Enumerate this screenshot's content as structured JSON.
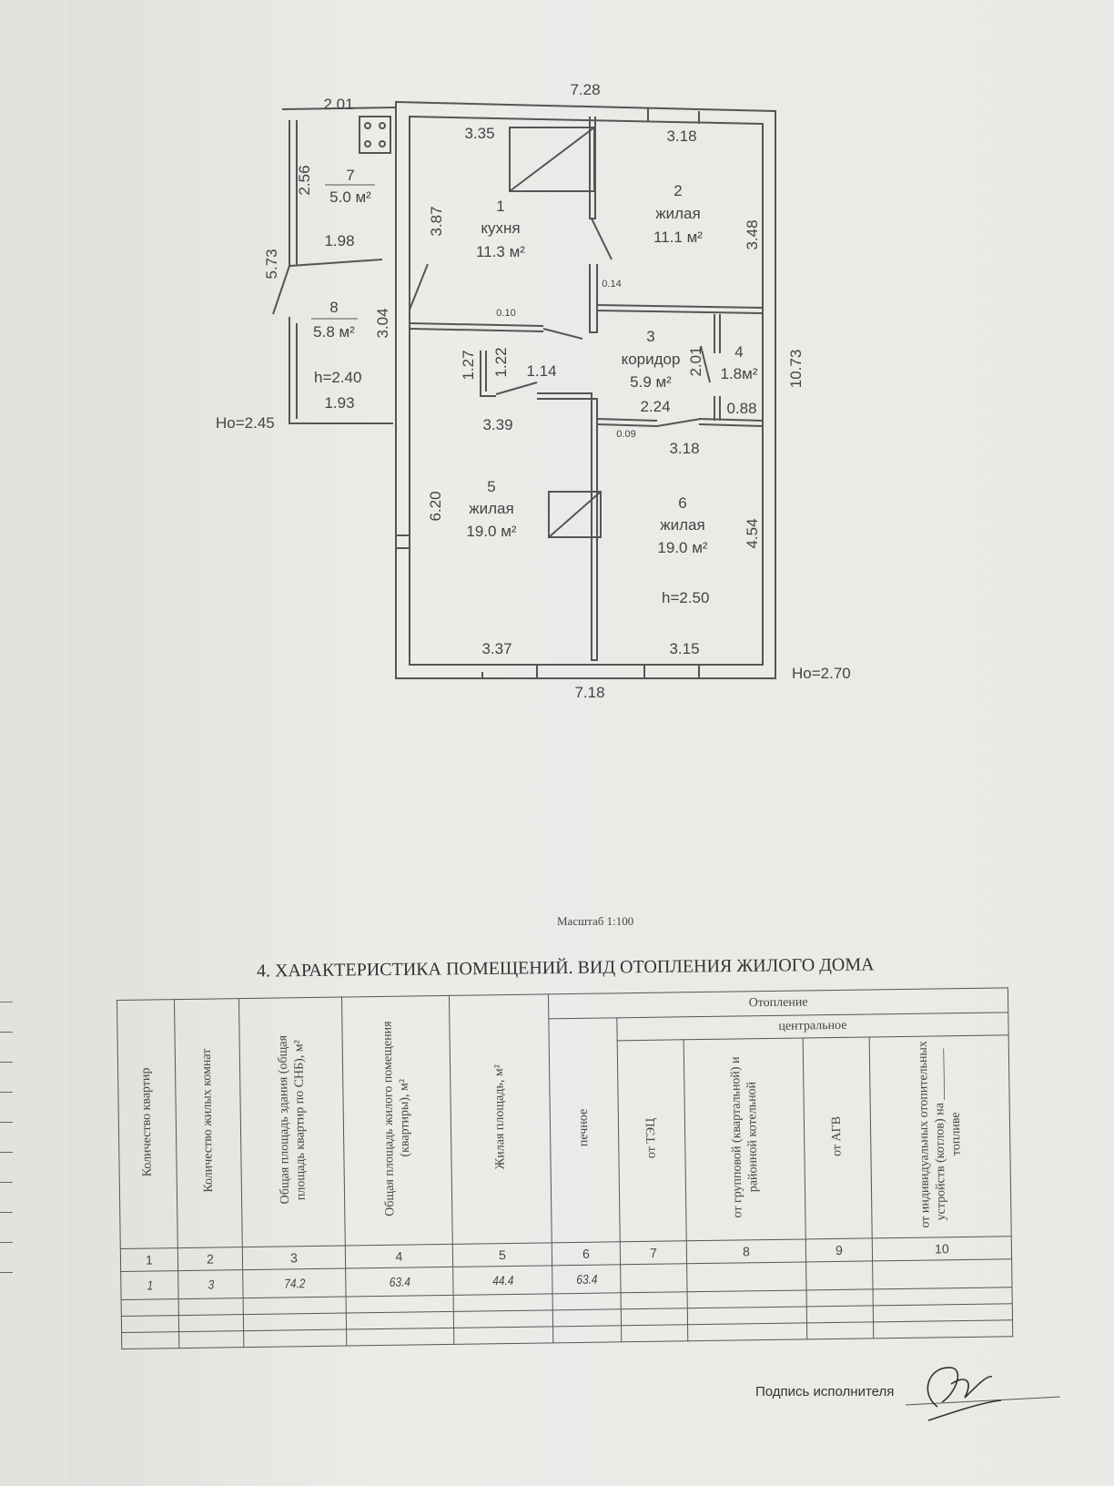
{
  "plan": {
    "rooms": [
      {
        "num": "1",
        "name": "кухня",
        "area": "11.3 м²"
      },
      {
        "num": "2",
        "name": "жилая",
        "area": "11.1 м²"
      },
      {
        "num": "3",
        "name": "коридор",
        "area": "5.9 м²"
      },
      {
        "num": "4",
        "name": "",
        "area": "1.8м²"
      },
      {
        "num": "5",
        "name": "жилая",
        "area": "19.0 м²"
      },
      {
        "num": "6",
        "name": "жилая",
        "area": "19.0 м²"
      },
      {
        "num": "7",
        "name": "",
        "area": "5.0 м²"
      },
      {
        "num": "8",
        "name": "",
        "area": "5.8 м²"
      }
    ],
    "dims": {
      "top_total": "7.28",
      "bottom_total": "7.18",
      "right_total": "10.73",
      "porch_left": "5.73",
      "porch_top": "2.01",
      "k_top": "3.35",
      "r2_top": "3.18",
      "k_side": "3.87",
      "r2_side": "3.48",
      "r7_side": "2.56",
      "r7_bottom": "1.98",
      "r8_side": "3.04",
      "r8_bottom": "1.93",
      "d_127": "1.27",
      "d_122": "1.22",
      "d_114": "1.14",
      "d_224": "2.24",
      "d_201": "2.01",
      "d_088": "0.88",
      "r5_top": "3.39",
      "r6_top": "3.18",
      "r5_side": "6.20",
      "r6_side": "4.54",
      "r5_bottom": "3.37",
      "r6_bottom": "3.15",
      "t010": "0.10",
      "t014": "0.14",
      "t009": "0.09"
    },
    "heights": {
      "porch_h": "h=2.40",
      "house_h": "h=2.50",
      "porch_ho": "Ho=2.45",
      "house_ho": "Ho=2.70"
    },
    "scale": "Масштаб 1:100"
  },
  "section_title": "4. ХАРАКТЕРИСТИКА ПОМЕЩЕНИЙ. ВИД ОТОПЛЕНИЯ ЖИЛОГО ДОМА",
  "table": {
    "group_heating": "Отопление",
    "group_central": "центральное",
    "headers": [
      "Количество  квартир",
      "Количество жилых комнат",
      "Общая площадь здания (общая площадь квартир по СНБ), м²",
      "Общая площадь жилого помещения (квартиры), м²",
      "Жилая площадь, м²",
      "печное",
      "от ТЭЦ",
      "от групповой (квартальной) и районной котельной",
      "от АГВ",
      "от индивидуальных отопительных устройств (котлов) на ________ топливе"
    ],
    "col_numbers": [
      "1",
      "2",
      "3",
      "4",
      "5",
      "6",
      "7",
      "8",
      "9",
      "10"
    ],
    "row": [
      "1",
      "3",
      "74.2",
      "63.4",
      "44.4",
      "63.4",
      "",
      "",
      "",
      ""
    ]
  },
  "signature_label": "Подпись исполнителя"
}
